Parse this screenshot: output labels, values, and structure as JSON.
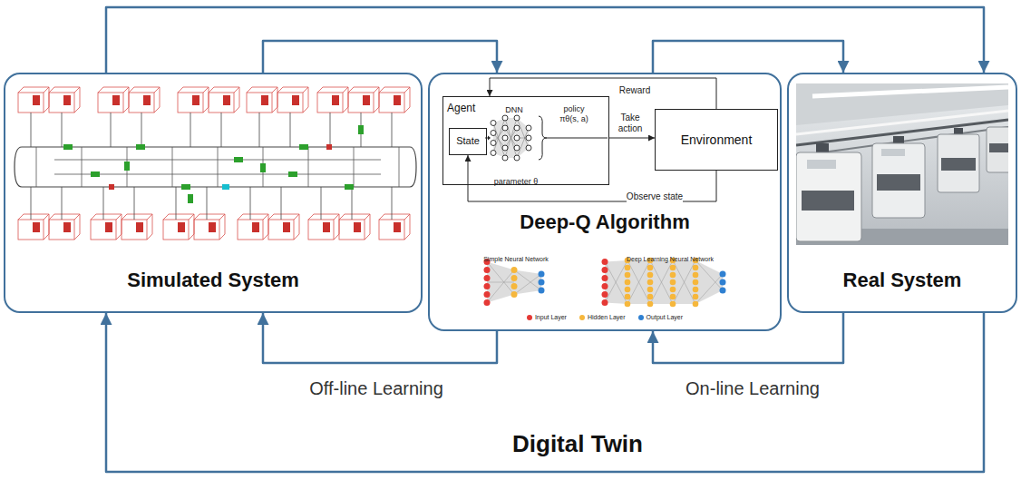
{
  "diagram": {
    "nodes": [
      {
        "text": [
          "Simulated System"
        ]
      },
      {
        "text": [
          "Deep-Q Algorithm"
        ]
      },
      {
        "text": [
          "Agent"
        ],
        "in": 1
      },
      {
        "text": [
          "State"
        ],
        "in": 2
      },
      {
        "text": [
          "Environment"
        ],
        "in": 1
      },
      {
        "text": [
          "Real System"
        ]
      }
    ],
    "edges": [
      {
        "from": 0,
        "to": 5,
        "arrow": "to"
      },
      {
        "from": 0,
        "to": 1,
        "arrow": "to"
      },
      {
        "from": 1,
        "to": 5,
        "arrow": "to"
      },
      {
        "from": 4,
        "to": 2,
        "label": "Reward",
        "arrow": "to"
      },
      {
        "from": 2,
        "to": 4,
        "label": "Take action",
        "arrow": "to"
      },
      {
        "from": 4,
        "to": 3,
        "label": "Observe state",
        "arrow": "to"
      },
      {
        "from": 1,
        "to": 0,
        "label": "Off-line Learning",
        "arrow": "to"
      },
      {
        "from": 5,
        "to": 1,
        "label": "On-line Learning",
        "arrow": "to"
      },
      {
        "from": 5,
        "to": 0,
        "label": "Digital Twin",
        "arrow": "to"
      }
    ],
    "labels": [
      "DNN",
      "policy",
      "πθ(s, a)",
      "parameter θ",
      "Simple Neural Network",
      "Deep Learning Neural Network"
    ],
    "legend": [
      {
        "text": "Input Layer",
        "color": "#e53935"
      },
      {
        "text": "Hidden Layer",
        "color": "#f6b73c"
      },
      {
        "text": "Output Layer",
        "color": "#2f80d1"
      }
    ]
  }
}
